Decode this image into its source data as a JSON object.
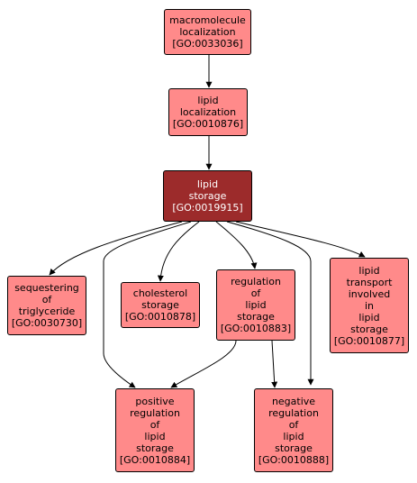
{
  "colors": {
    "node_fill": "#ff8a8a",
    "focus_fill": "#9c2b2b",
    "focus_text": "#ffffff",
    "edge": "#000000"
  },
  "nodes": {
    "macromolecule": {
      "lines": [
        "macromolecule",
        "localization",
        "[GO:0033036]"
      ]
    },
    "lipid_localization": {
      "lines": [
        "lipid",
        "localization",
        "[GO:0010876]"
      ]
    },
    "lipid_storage": {
      "lines": [
        "lipid",
        "storage",
        "[GO:0019915]"
      ]
    },
    "sequestering": {
      "lines": [
        "sequestering",
        "of",
        "triglyceride",
        "[GO:0030730]"
      ]
    },
    "cholesterol": {
      "lines": [
        "cholesterol",
        "storage",
        "[GO:0010878]"
      ]
    },
    "regulation": {
      "lines": [
        "regulation",
        "of",
        "lipid",
        "storage",
        "[GO:0010883]"
      ]
    },
    "transport": {
      "lines": [
        "lipid",
        "transport",
        "involved",
        "in",
        "lipid",
        "storage",
        "[GO:0010877]"
      ]
    },
    "positive": {
      "lines": [
        "positive",
        "regulation",
        "of",
        "lipid",
        "storage",
        "[GO:0010884]"
      ]
    },
    "negative": {
      "lines": [
        "negative",
        "regulation",
        "of",
        "lipid",
        "storage",
        "[GO:0010888]"
      ]
    }
  }
}
